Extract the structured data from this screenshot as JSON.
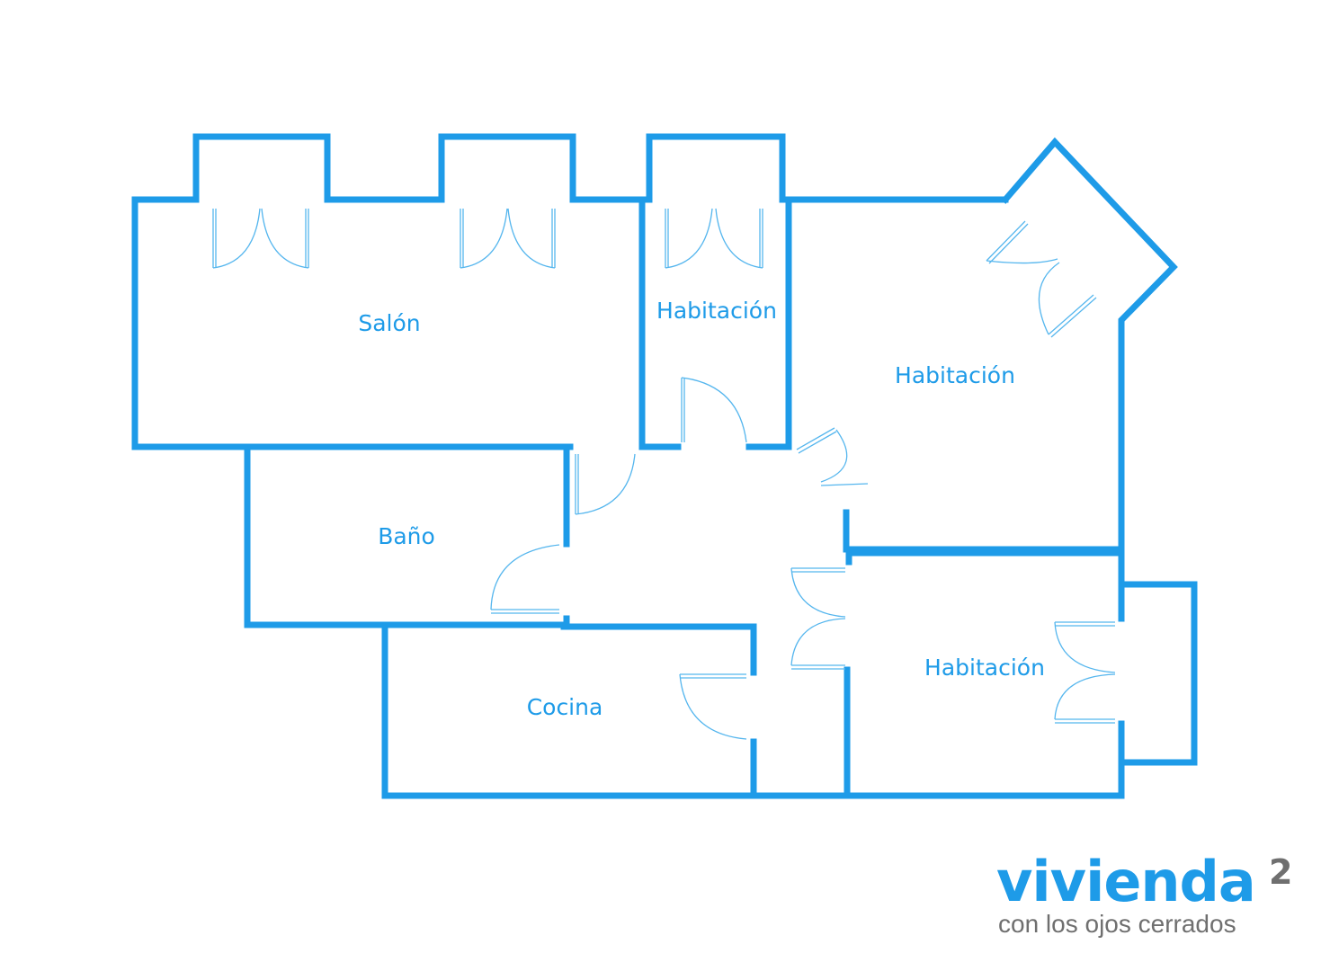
{
  "colors": {
    "wall": "#1e9be8",
    "door": "#55b6ee",
    "label": "#1e9be8",
    "brand": "#1e9be8",
    "brand_tag": "#6f6f6f"
  },
  "rooms": {
    "salon": "Salón",
    "habitacion_small": "Habitación",
    "habitacion_right": "Habitación",
    "bano": "Baño",
    "cocina": "Cocina",
    "habitacion_bottom": "Habitación"
  },
  "brand": {
    "name": "vivienda",
    "superscript": "2",
    "tagline": "con los ojos cerrados"
  }
}
